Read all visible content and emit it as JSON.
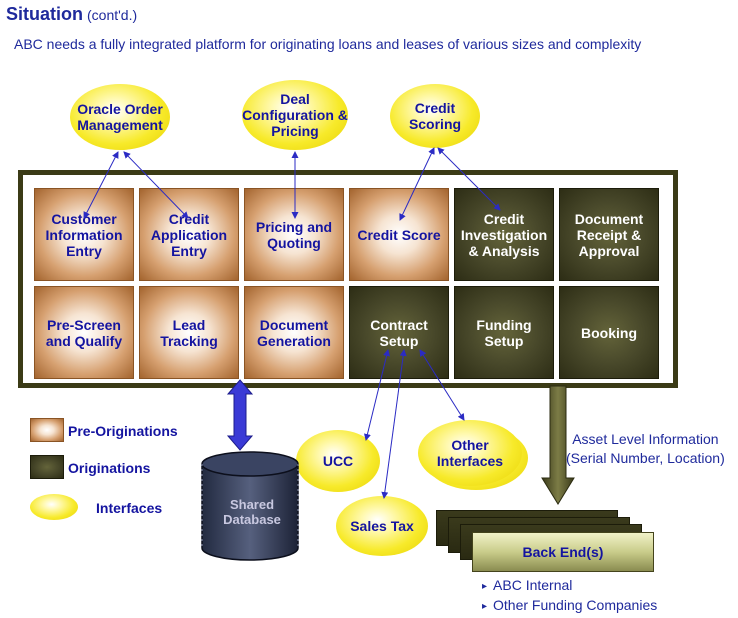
{
  "header": {
    "title": "Situation",
    "title_suffix": "(cont'd.)",
    "subtitle": "ABC needs a fully integrated platform for originating loans and leases of various sizes and complexity"
  },
  "interfaces_top": {
    "oracle": "Oracle Order Management",
    "deal": "Deal Configuration & Pricing",
    "credit_scoring": "Credit Scoring"
  },
  "process_boxes": {
    "row1": [
      {
        "label": "Customer Information Entry",
        "kind": "pre"
      },
      {
        "label": "Credit Application Entry",
        "kind": "pre"
      },
      {
        "label": "Pricing and Quoting",
        "kind": "pre"
      },
      {
        "label": "Credit Score",
        "kind": "pre"
      },
      {
        "label": "Credit Investigation & Analysis",
        "kind": "orig"
      },
      {
        "label": "Document Receipt & Approval",
        "kind": "orig"
      }
    ],
    "row2": [
      {
        "label": "Pre-Screen and Qualify",
        "kind": "pre"
      },
      {
        "label": "Lead Tracking",
        "kind": "pre"
      },
      {
        "label": "Document Generation",
        "kind": "pre"
      },
      {
        "label": "Contract Setup",
        "kind": "orig"
      },
      {
        "label": "Funding Setup",
        "kind": "orig"
      },
      {
        "label": "Booking",
        "kind": "orig"
      }
    ]
  },
  "legend": {
    "pre": "Pre-Originations",
    "orig": "Originations",
    "interfaces": "Interfaces"
  },
  "interfaces_bottom": {
    "ucc": "UCC",
    "other": "Other Interfaces",
    "sales_tax": "Sales Tax"
  },
  "database": {
    "label": "Shared Database"
  },
  "asset_info": {
    "line1": "Asset Level Information",
    "line2": "(Serial Number, Location)"
  },
  "backend": {
    "label": "Back End(s)",
    "items": [
      "ABC Internal",
      "Other Funding Companies"
    ]
  },
  "colors": {
    "title_blue": "#1f2a9c",
    "label_blue": "#1414a0",
    "pre_originations": "#c8895a",
    "originations": "#3b3b16",
    "interfaces": "#f7ea2a",
    "database": "#2d3552",
    "arrow_blue": "#3a3ad6"
  }
}
